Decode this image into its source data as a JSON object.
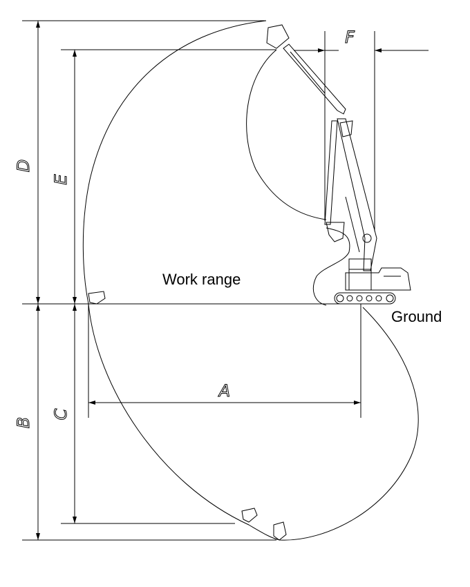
{
  "labels": {
    "work_range": "Work range",
    "ground": "Ground"
  },
  "dimensions": {
    "a": "A",
    "b": "B",
    "c": "C",
    "d": "D",
    "e": "E",
    "f": "F"
  }
}
